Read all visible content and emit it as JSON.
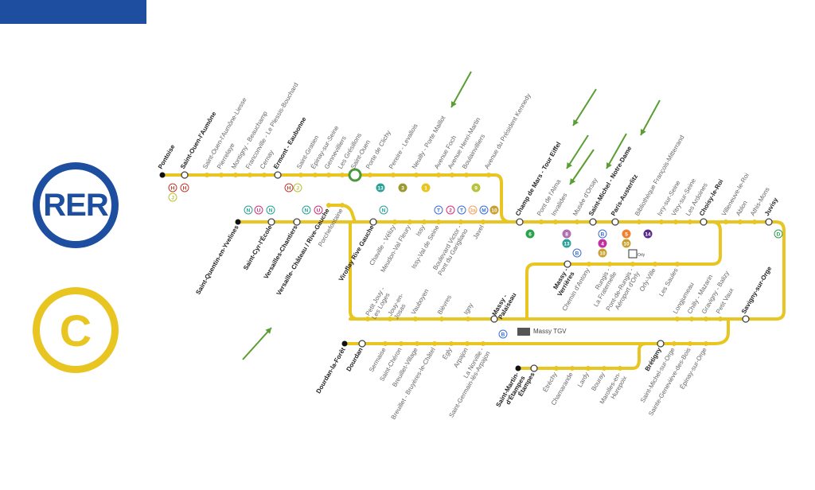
{
  "logos": {
    "rer": "RER",
    "line": "C"
  },
  "colors": {
    "line": "#e8c520",
    "brand": "#1d4ea0",
    "arrow": "#5a9e32",
    "highlight": "#4a9a3a"
  },
  "lines": {
    "north": [
      "Pontoise",
      "Saint-Ouen-l'Aumône",
      "Saint-Ouen-l'Aumône-Liesse",
      "Pierrelaye",
      "Montigny - Beauchamp",
      "Franconville - Le Plessis-Bouchard",
      "Cernay",
      "Ermont - Eaubonne",
      "Saint-Gratien",
      "Épinay-sur-Seine",
      "Gennevilliers",
      "Les Grésillons",
      "Saint-Ouen",
      "Porte de Clichy",
      "Pereire - Levallois",
      "Neuilly - Porte Maillot",
      "Avenue Foch",
      "Avenue Henri-Martin",
      "Boulainvilliers",
      "Avenue du Président Kennedy"
    ],
    "west": [
      "Saint-Quentin-en-Yvelines",
      "Saint-Cyr-l'École",
      "Versailles-Chantiers",
      "Versaille- Château / Rive-Gauche",
      "Porchefontaine",
      "Viroflay Rive Gauche",
      "Chaville - Vélizy",
      "Meudon-Val Fleury",
      "Issy",
      "Issy-Val de Seine",
      "Boulevard Victor - Pont du Garigliano",
      "Javel"
    ],
    "central": [
      "Champ de Mars - Tour Eiffel",
      "Pont de l'Alma",
      "Invalides",
      "Musée d'Orsay",
      "Saint-Michel - Notre-Dame",
      "Paris-Austerlitz",
      "Bibliothèque François-Mitterrand",
      "Ivry-sur-Seine",
      "Vitry-sur-Seine",
      "Les Ardoines",
      "Choisy-le-Roi",
      "Villeneuve-le-Roi",
      "Ablon",
      "Athis-Mons",
      "Juvisy"
    ],
    "massy": [
      "Petit Jouy - Les Loges",
      "Jouy-en-Josas",
      "Vauboyen",
      "Bièvres",
      "Igny",
      "Massy - Palaiseau"
    ],
    "savigny": [
      "Longjumeau",
      "Chilly - Mazarin",
      "Gravigny - Balizy",
      "Petit Vaux",
      "Savigny-sur-Orge"
    ],
    "orly": [
      "Massy - Verrières",
      "Chemin d'Antony",
      "Rungis - La Fraternelle",
      "Pont-de-Rungis - Aéroport d'Orly",
      "Orly-Ville",
      "Les Saules"
    ],
    "dourdan": [
      "Dourdan-la-Forêt",
      "Dourdan",
      "Sermaise",
      "Saint-Chéron",
      "Breuillet-Village",
      "Breuillet - Bruyères-le-Châtel",
      "Égly",
      "Arpajon",
      "La Norville - Saint-Germain-lès-Arpajon",
      "Brétigny",
      "Saint-Michel-sur-Orge",
      "Sainte-Geneviève-des-Bois",
      "Épinay-sur-Orge"
    ],
    "etampes": [
      "Saint-Martin-d'Étampes",
      "Étampes",
      "Étréchy",
      "Chamarande",
      "Lardy",
      "Bouray",
      "Marolles-en-Hurepoix"
    ]
  },
  "connections": [
    "H",
    "H",
    "J",
    "H",
    "J",
    "13",
    "3",
    "1",
    "9",
    "T",
    "2",
    "T",
    "3a",
    "M",
    "10",
    "6",
    "8",
    "13",
    "B",
    "B",
    "4",
    "10",
    "5",
    "10",
    "14",
    "D",
    "N",
    "U",
    "N",
    "N",
    "U",
    "N",
    "B"
  ],
  "notes": {
    "massy_tgv": "Massy TGV",
    "orly": "Orly"
  }
}
